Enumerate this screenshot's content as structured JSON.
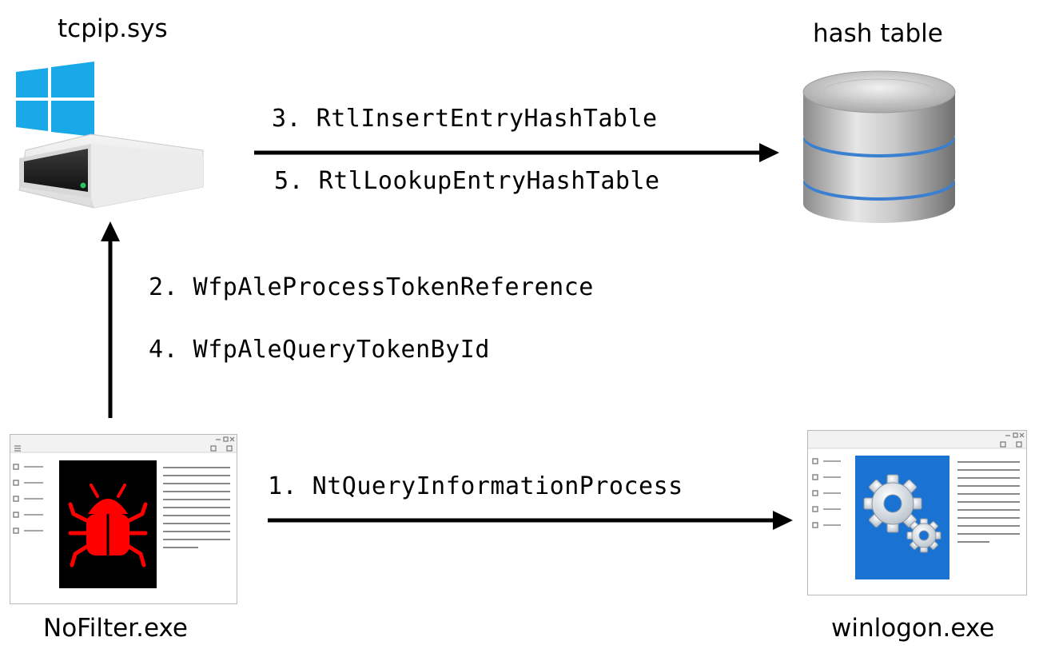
{
  "nodes": {
    "tcpip": {
      "label": "tcpip.sys"
    },
    "hash_table": {
      "label": "hash table"
    },
    "nofilter": {
      "label": "NoFilter.exe"
    },
    "winlogon": {
      "label": "winlogon.exe"
    }
  },
  "edges": {
    "tcpip_to_hash": {
      "labels": [
        "3. RtlInsertEntryHashTable",
        "5. RtlLookupEntryHashTable"
      ]
    },
    "nofilter_to_tcpip": {
      "labels": [
        "2. WfpAleProcessTokenReference",
        "4. WfpAleQueryTokenById"
      ]
    },
    "nofilter_to_winlogon": {
      "labels": [
        "1. NtQueryInformationProcess"
      ]
    }
  },
  "colors": {
    "windows_logo": "#19a9e8",
    "bug": "#ff0000",
    "bug_panel": "#000000",
    "winlogon_panel": "#1a73d2",
    "drive_led": "#22c55e",
    "db_ring": "#3a7fd0"
  }
}
